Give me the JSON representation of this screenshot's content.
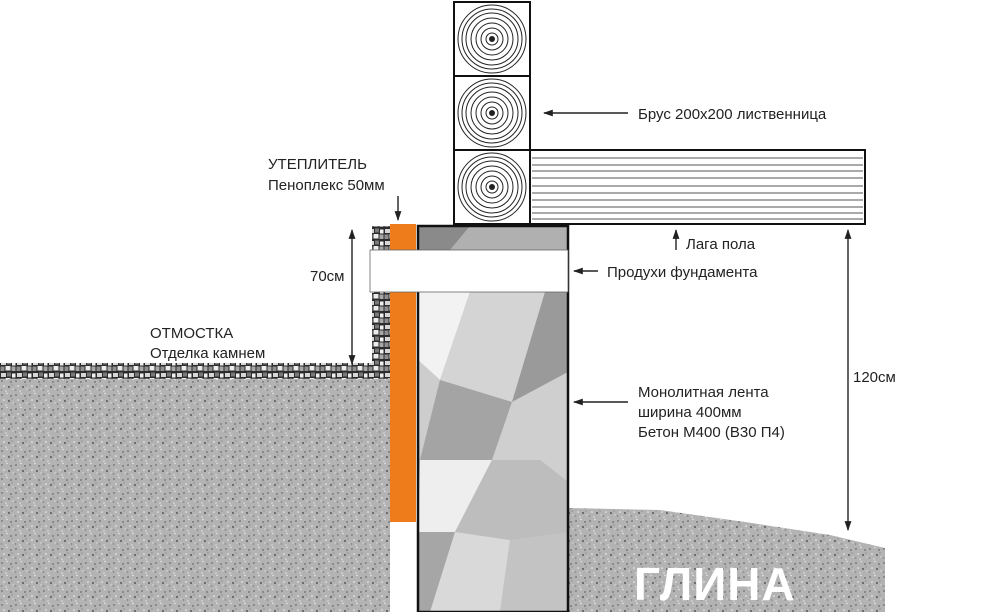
{
  "labels": {
    "timber": "Брус 200x200 лиственница",
    "insulation_title": "УТЕПЛИТЕЛЬ",
    "insulation_material": "Пеноплекс 50мм",
    "floor_joist": "Лага пола",
    "vents": "Продухи фундамента",
    "height_70": "70см",
    "blind_area_title": "ОТМОСТКА",
    "blind_area_finish": "Отделка камнем",
    "strip_line1": "Монолитная лента",
    "strip_line2": "ширина 400мм",
    "strip_line3": "Бетон М400 (В30 П4)",
    "height_120": "120см",
    "soil": "ГЛИНА"
  },
  "colors": {
    "insulation": "#ef7c1a",
    "concrete": "#b9b9b9",
    "soil": "#a9a9a9",
    "stone": "#555555",
    "timber_fill": "#ffffff",
    "line": "#222222"
  }
}
